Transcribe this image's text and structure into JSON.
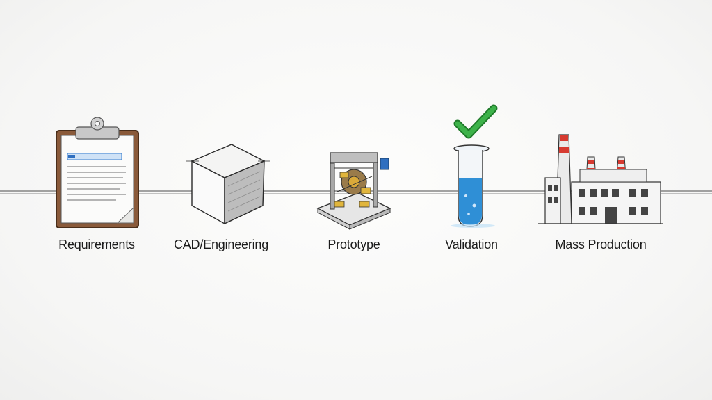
{
  "stages": [
    {
      "label": "Requirements",
      "icon": "clipboard-icon"
    },
    {
      "label": "CAD/Engineering",
      "icon": "cube-icon"
    },
    {
      "label": "Prototype",
      "icon": "machine-icon"
    },
    {
      "label": "Validation",
      "icon": "test-tube-check-icon"
    },
    {
      "label": "Mass Production",
      "icon": "factory-icon"
    }
  ],
  "colors": {
    "line": "#6e6e6e",
    "clipboard_frame": "#8a5a3a",
    "check": "#3db24a",
    "liquid": "#2f8fd6",
    "stripe_red": "#d63a30"
  }
}
